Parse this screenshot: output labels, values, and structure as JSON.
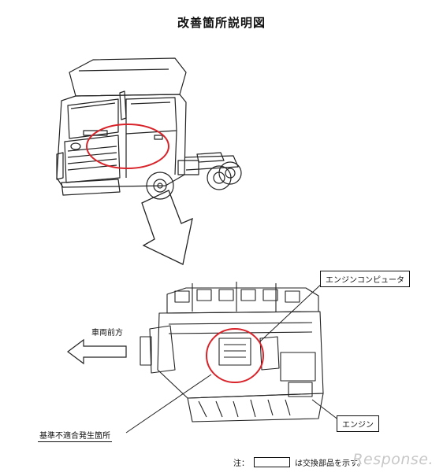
{
  "title": "改善箇所説明図",
  "labels": {
    "vehicle_front_direction": "車両前方",
    "engine_computer": "エンジンコンピュータ",
    "engine": "エンジン",
    "defect_location": "基準不適合発生箇所"
  },
  "note": {
    "prefix": "注：",
    "suffix": "は交換部品を示す。"
  },
  "watermark": "Response.",
  "colors": {
    "highlight_circle": "#d9232a",
    "line_art": "#222222",
    "watermark": "#c8c8c8"
  }
}
